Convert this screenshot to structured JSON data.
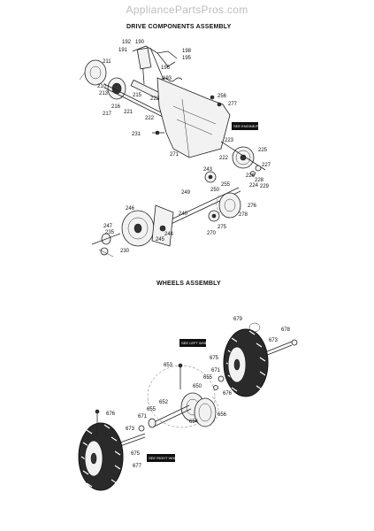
{
  "watermark": "AppliancePartsPros.com",
  "drive_assembly": {
    "title": "DRIVE COMPONENTS ASSEMBLY",
    "labels": [
      "192",
      "190",
      "198",
      "195",
      "191",
      "196",
      "211",
      "193",
      "210",
      "213",
      "215",
      "223",
      "256",
      "277",
      "217",
      "216",
      "221",
      "222",
      "231",
      "271",
      "223",
      "225",
      "222",
      "227",
      "226",
      "228",
      "229",
      "224",
      "243",
      "255",
      "250",
      "249",
      "276",
      "246",
      "240",
      "278",
      "247",
      "235",
      "245",
      "244",
      "270",
      "275",
      "230"
    ],
    "tags": [
      "SEE ENGINE/FRAME"
    ]
  },
  "wheels_assembly": {
    "title": "WHEELS ASSEMBLY",
    "labels": [
      "679",
      "678",
      "673",
      "675",
      "653",
      "671",
      "655",
      "676",
      "650",
      "652",
      "654",
      "656",
      "676",
      "671",
      "655",
      "673",
      "675",
      "677"
    ],
    "tags": [
      "SEE LEFT WHEEL",
      "SEE RIGHT WHEEL"
    ]
  }
}
